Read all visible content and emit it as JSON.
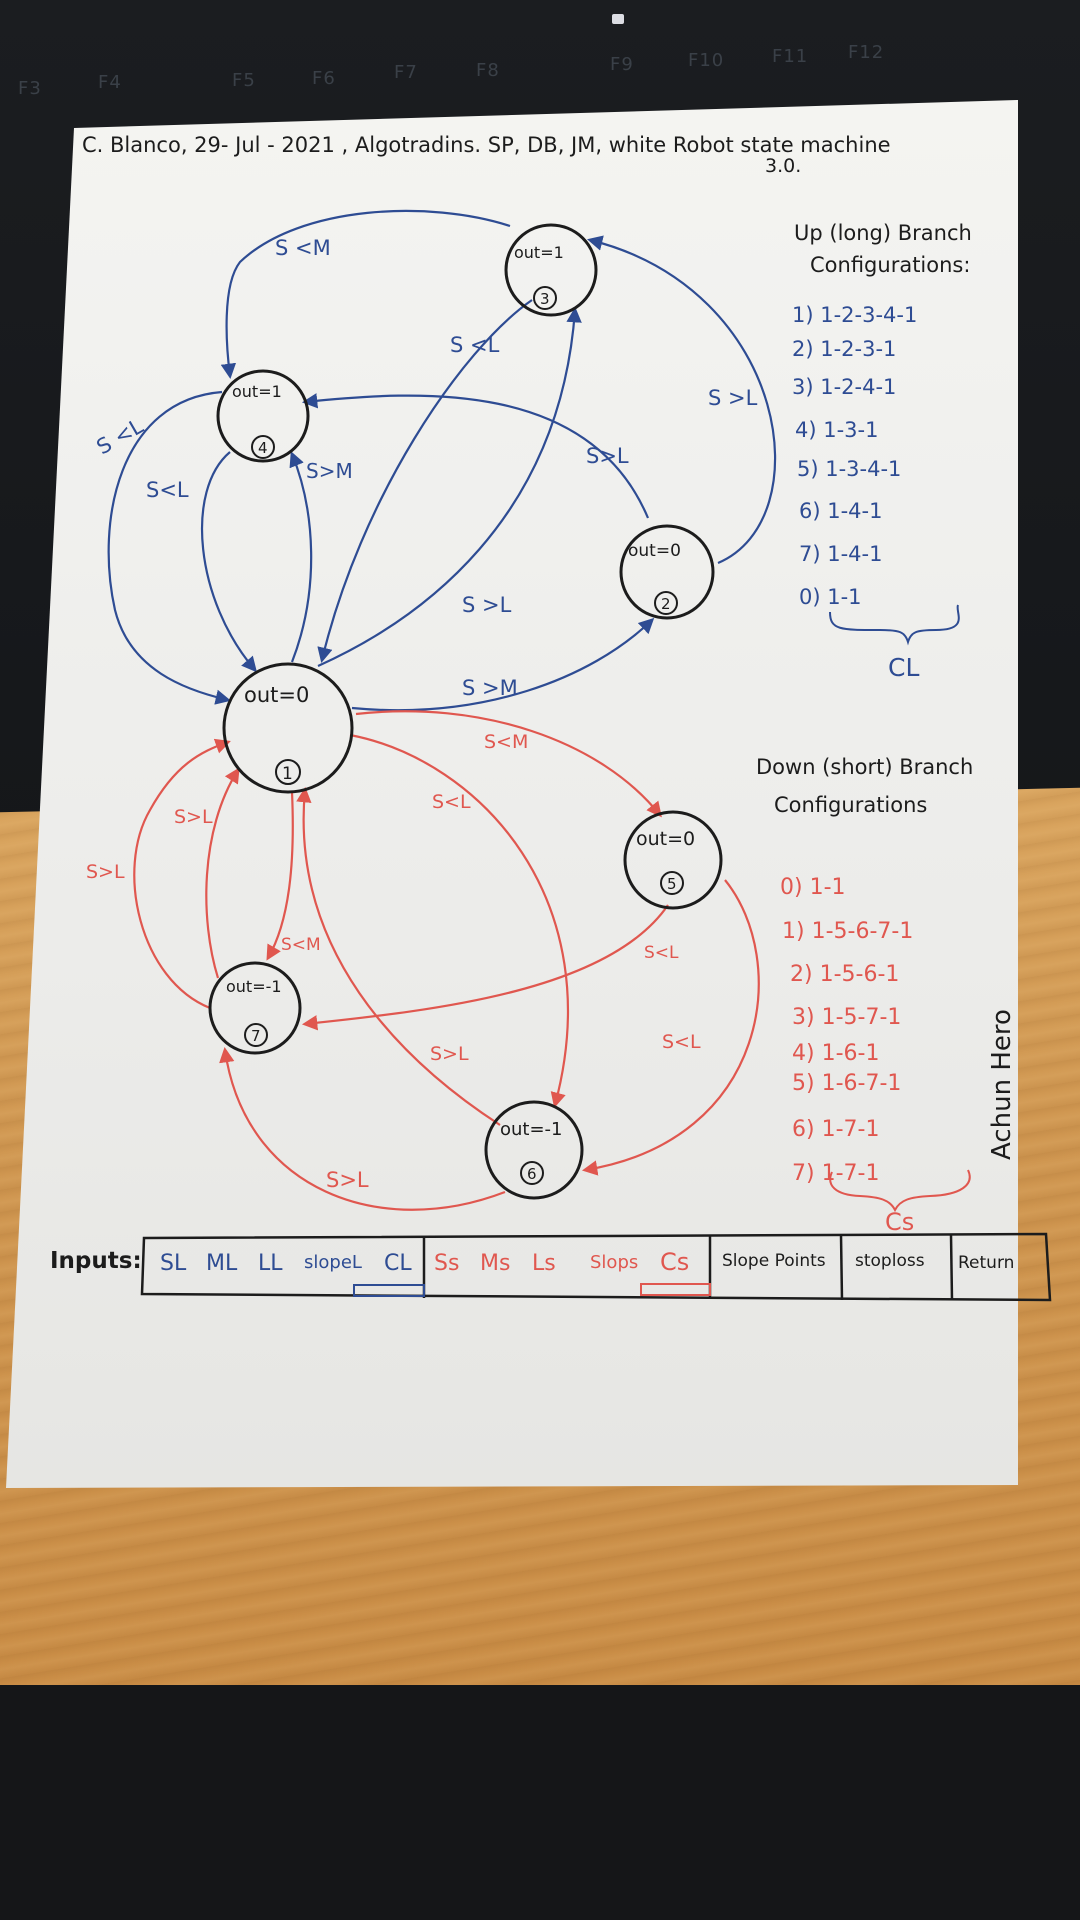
{
  "header": {
    "line1": "C. Blanco,  29- Jul - 2021 ,  Algotradins.  SP, DB, JM,   white Robot state machine",
    "line2": "3.0."
  },
  "keyboard_keys": [
    "F3",
    "F4",
    "F5",
    "F6",
    "F7",
    "F8",
    "F9",
    "F10",
    "F11",
    "F12"
  ],
  "states": [
    {
      "id": "1",
      "out": "out=0"
    },
    {
      "id": "2",
      "out": "out=0"
    },
    {
      "id": "3",
      "out": "out=1"
    },
    {
      "id": "4",
      "out": "out=1"
    },
    {
      "id": "5",
      "out": "out=0"
    },
    {
      "id": "6",
      "out": "out=-1"
    },
    {
      "id": "7",
      "out": "out=-1"
    }
  ],
  "transitions_up": [
    {
      "label": "S <M",
      "from": "3",
      "to": "4"
    },
    {
      "label": "S <L",
      "from": "3",
      "to": "1"
    },
    {
      "label": "S >L",
      "from": "2",
      "to": "3"
    },
    {
      "label": "S>L",
      "from": "2",
      "to": "4"
    },
    {
      "label": "S <L",
      "from": "4",
      "to": "1"
    },
    {
      "label": "S<L",
      "from": "4",
      "to": "1"
    },
    {
      "label": "S>M",
      "from": "1",
      "to": "4"
    },
    {
      "label": "S >L",
      "from": "1",
      "to": "3"
    },
    {
      "label": "S >M",
      "from": "1",
      "to": "2"
    }
  ],
  "transitions_down": [
    {
      "label": "S<M",
      "from": "1",
      "to": "5"
    },
    {
      "label": "S<L",
      "from": "1",
      "to": "6"
    },
    {
      "label": "S>L",
      "from": "7",
      "to": "1"
    },
    {
      "label": "S>L",
      "from": "7",
      "to": "1"
    },
    {
      "label": "S<M",
      "from": "1",
      "to": "7"
    },
    {
      "label": "S<L",
      "from": "5",
      "to": "7"
    },
    {
      "label": "S<L",
      "from": "5",
      "to": "6"
    },
    {
      "label": "S>L",
      "from": "6",
      "to": "1"
    },
    {
      "label": "S>L",
      "from": "6",
      "to": "7"
    }
  ],
  "up_branch": {
    "title": "Up (long) Branch",
    "subtitle": "Configurations:",
    "items": [
      "1) 1-2-3-4-1",
      "2) 1-2-3-1",
      "3) 1-2-4-1",
      "4) 1-3-1",
      "5) 1-3-4-1",
      "6) 1-4-1",
      "7) 1-4-1",
      "0) 1-1"
    ],
    "brace_label": "CL"
  },
  "down_branch": {
    "title": "Down (short) Branch",
    "subtitle": "Configurations",
    "items": [
      "0) 1-1",
      "1) 1-5-6-7-1",
      "2) 1-5-6-1",
      "3) 1-5-7-1",
      "4) 1-6-1",
      "5) 1-6-7-1",
      "6) 1-7-1",
      "7) 1-7-1"
    ],
    "brace_label": "Cs",
    "side_note": "Achun Hero"
  },
  "inputs": {
    "label": "Inputs:",
    "long_cells": [
      "SL",
      "ML",
      "LL",
      "slopeL",
      "CL"
    ],
    "short_cells": [
      "Ss",
      "Ms",
      "Ls",
      "Slops",
      "Cs"
    ],
    "other_cells": [
      "Slope Points",
      "stoploss",
      "Return"
    ]
  },
  "colors": {
    "long_ink": "#2e4c93",
    "short_ink": "#e0574f",
    "ink": "#1c1c1c",
    "paper": "#f1f1ee"
  }
}
